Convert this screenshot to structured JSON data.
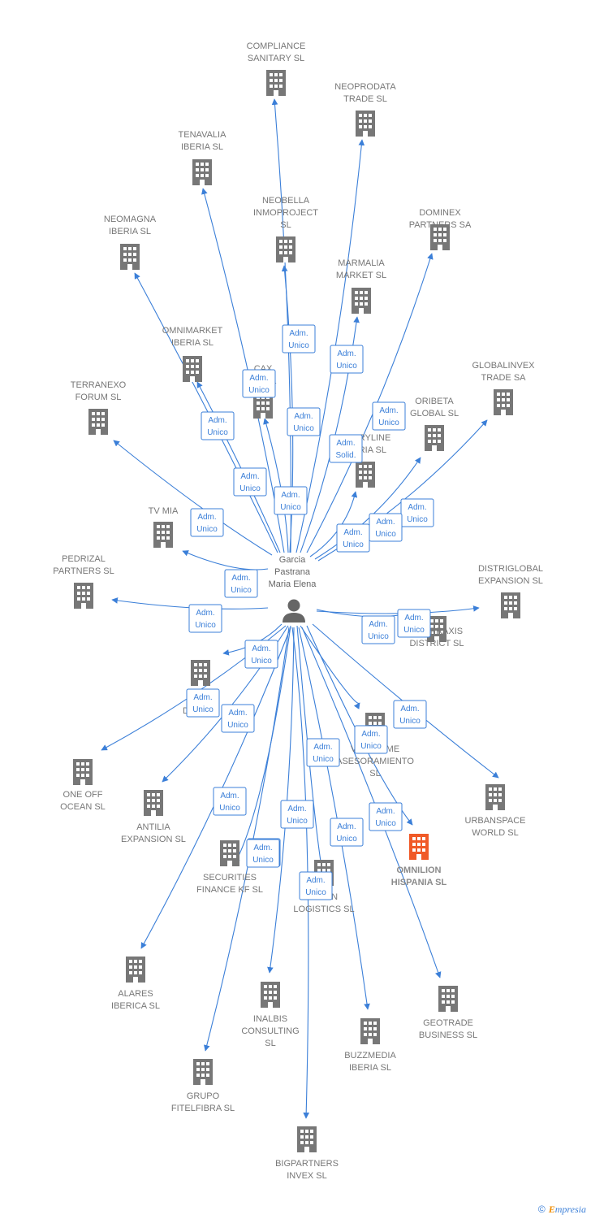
{
  "person": {
    "name_lines": [
      "Garcia",
      "Pastrana",
      "Maria Elena"
    ]
  },
  "colors": {
    "edge": "#3b7fd8",
    "building": "#777777",
    "highlight": "#f05a28"
  },
  "footer": {
    "copyright": "©",
    "brand_initial": "E",
    "brand_rest": "mpresia"
  },
  "nodes": [
    {
      "name": [
        "COMPLIANCE",
        "SANITARY SL"
      ],
      "role": [
        "Adm.",
        "Unico"
      ]
    },
    {
      "name": [
        "NEOPRODATA",
        "TRADE SL"
      ],
      "role": [
        "Adm.",
        "Unico"
      ]
    },
    {
      "name": [
        "TENAVALIA",
        "IBERIA SL"
      ],
      "role": [
        "Adm.",
        "Unico"
      ]
    },
    {
      "name": [
        "NEOBELLA",
        "INMOPROJECT",
        "SL"
      ],
      "role": [
        "Adm.",
        "Unico"
      ]
    },
    {
      "name": [
        "DOMINEX",
        "PARTNERS SA"
      ],
      "role": [
        "Adm.",
        "Unico"
      ]
    },
    {
      "name": [
        "NEOMAGNA",
        "IBERIA SL"
      ],
      "role": [
        "Adm.",
        "Unico"
      ]
    },
    {
      "name": [
        "MARMALIA",
        "MARKET SL"
      ],
      "role": [
        "Adm.",
        "Solid."
      ]
    },
    {
      "name": [
        "OMNIMARKET",
        "IBERIA SL"
      ],
      "role": [
        "Adm.",
        "Unico"
      ]
    },
    {
      "name": [
        "CAX",
        "EM SL"
      ],
      "role": [
        "Adm.",
        "Unico"
      ]
    },
    {
      "name": [
        "GLOBALINVEX",
        "TRADE SA"
      ],
      "role": [
        "Adm.",
        "Unico"
      ]
    },
    {
      "name": [
        "TERRANEXO",
        "FORUM SL"
      ],
      "role": [
        "Adm.",
        "Unico"
      ]
    },
    {
      "name": [
        "ORIBETA",
        "GLOBAL SL"
      ],
      "role": [
        "Adm.",
        "Unico"
      ]
    },
    {
      "name": [
        "CTORYLINE",
        "IBERIA SL"
      ],
      "role": [
        "Adm.",
        "Unico"
      ]
    },
    {
      "name": [
        "TV MIA"
      ],
      "role": [
        "Adm.",
        "Unico"
      ]
    },
    {
      "name": [
        "PEDRIZAL",
        "PARTNERS SL"
      ],
      "role": [
        "Adm.",
        "Unico"
      ]
    },
    {
      "name": [
        "DISTRIGLOBAL",
        "EXPANSION SL"
      ],
      "role": [
        "Adm.",
        "Unico"
      ]
    },
    {
      "name": [
        "NEOPRAXIS",
        "DISTRICT SL"
      ],
      "role": [
        "Adm.",
        "Unico"
      ]
    },
    {
      "name": [
        "DISTRIC"
      ],
      "role": [
        "Adm.",
        "Unico"
      ]
    },
    {
      "name": [
        "ONE OFF",
        "OCEAN SL"
      ],
      "role": [
        "Adm.",
        "Unico"
      ]
    },
    {
      "name": [
        "ANTILIA",
        "EXPANSION SL"
      ],
      "role": [
        "Adm.",
        "Unico"
      ]
    },
    {
      "name": [
        "VAGALUME",
        "ASESORAMIENTO",
        "SL"
      ],
      "role": [
        "Adm.",
        "Unico"
      ]
    },
    {
      "name": [
        "URBANSPACE",
        "WORLD SL"
      ],
      "role": [
        "Adm.",
        "Unico"
      ]
    },
    {
      "name": [
        "OMNILION",
        "HISPANIA SL"
      ],
      "role": [
        "Adm.",
        "Unico"
      ]
    },
    {
      "name": [
        "SECURITIES",
        "FINANCE KF SL"
      ],
      "role": [
        "Adm.",
        "Unico"
      ]
    },
    {
      "name": [
        "TRION",
        "LOGISTICS SL"
      ],
      "role": [
        "Adm.",
        "Unico"
      ]
    },
    {
      "name": [
        "ALARES",
        "IBERICA SL"
      ],
      "role": [
        "Adm.",
        "Unico"
      ]
    },
    {
      "name": [
        "INALBIS",
        "CONSULTING",
        "SL"
      ],
      "role": [
        "Adm.",
        "Unico"
      ]
    },
    {
      "name": [
        "GEOTRADE",
        "BUSINESS SL"
      ],
      "role": [
        "Adm.",
        "Unico"
      ]
    },
    {
      "name": [
        "BUZZMEDIA",
        "IBERIA SL"
      ],
      "role": [
        "Adm.",
        "Unico"
      ]
    },
    {
      "name": [
        "GRUPO",
        "FITELFIBRA SL"
      ],
      "role": [
        "Adm.",
        "Unico"
      ]
    },
    {
      "name": [
        "BIGPARTNERS",
        "INVEX SL"
      ],
      "role": [
        "Adm.",
        "Unico"
      ]
    }
  ]
}
